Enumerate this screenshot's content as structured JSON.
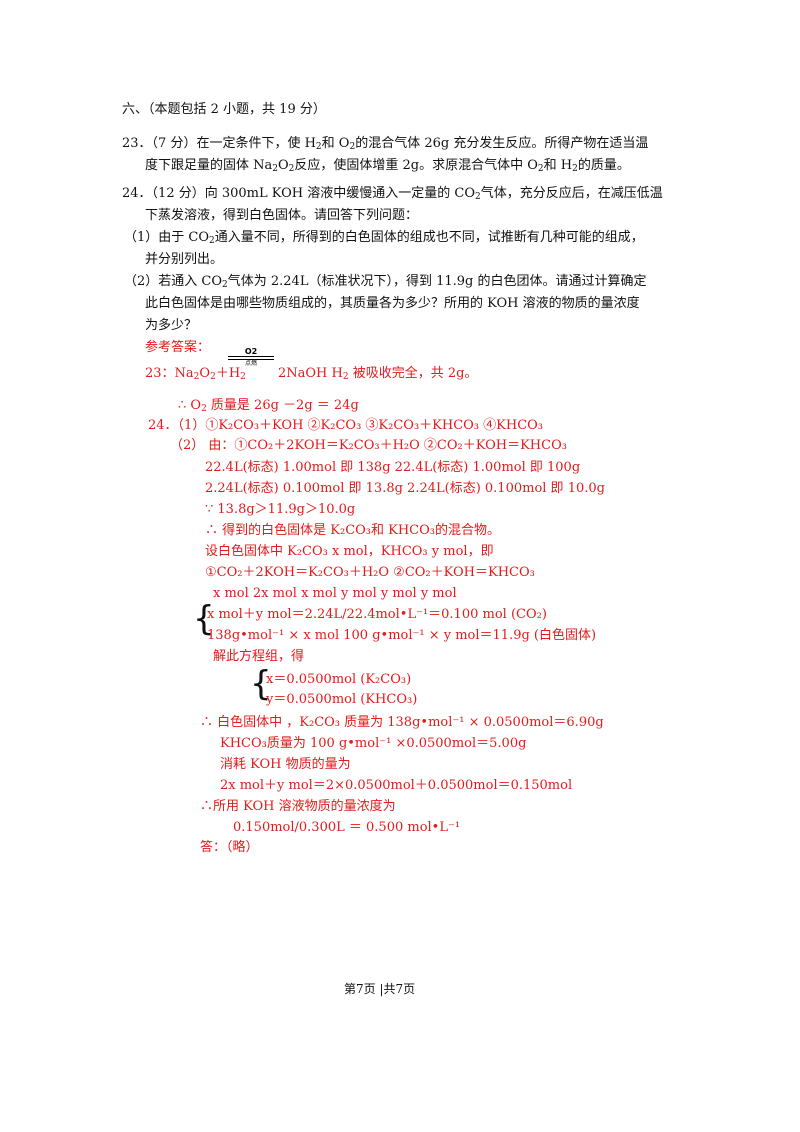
{
  "section": {
    "heading": "六、（本题包括 2 小题，共 19 分）"
  },
  "q23": {
    "text_a": "23．（7 分）在一定条件下，使 H",
    "text_b": "和 O",
    "text_c": "的混合气体 26g 充分发生反应。所得产物在适当温",
    "line2_a": "度下跟足量的固体 Na",
    "line2_b": "O",
    "line2_c": "反应，使固体增重 2g。求原混合气体中 O",
    "line2_d": "和 H",
    "line2_e": "的质量。"
  },
  "q24": {
    "line1_a": "24．（12 分）向 300mL KOH 溶液中缓慢通入一定量的 CO",
    "line1_b": "气体，充分反应后，在减压低温",
    "line2": "下蒸发溶液，得到白色固体。请回答下列问题：",
    "p1_a": "（1）由于 CO",
    "p1_b": "通入量不同，所得到的白色固体的组成也不同，试推断有几种可能的组成，",
    "p1_line2": "并分别列出。",
    "p2_a": "（2）若通入 CO",
    "p2_b": "气体为 2.24L（标准状况下），得到 11.9g 的白色团体。请通过计算确定",
    "p2_line2": "此白色固体是由哪些物质组成的，其质量各为多少？所用的 KOH 溶液的物质的量浓度",
    "p2_line3": "为多少？"
  },
  "answer": {
    "label": "参考答案：",
    "a23_prefix": "23：Na",
    "a23_mid": "＋H",
    "a23_cond_top": "O2",
    "a23_cond_bottom": "点燃",
    "a23_after": "2NaOH   H",
    "a23_end": " 被吸收完全，共 2g。",
    "a23_calc_a": "∴ O",
    "a23_calc_b": " 质量是 26g －2g ＝ 24g",
    "a24_1": "24．（1）①K₂CO₃＋KOH  ②K₂CO₃  ③K₂CO₃＋KHCO₃  ④KHCO₃",
    "a24_2": "（2） 由：①CO₂＋2KOH＝K₂CO₃＋H₂O  ②CO₂＋KOH＝KHCO₃",
    "row_a": "22.4L(标态)    1.00mol 即 138g    22.4L(标态)    1.00mol 即 100g",
    "row_b": "2.24L(标态)    0.100mol 即 13.8g   2.24L(标态)   0.100mol 即 10.0g",
    "because": "∵  13.8g＞11.9g＞10.0g",
    "therefore1": "∴ 得到的白色固体是 K₂CO₃和 KHCO₃的混合物。",
    "let": "设白色固体中 K₂CO₃ x mol，KHCO₃ y mol，即",
    "eq_line": "①CO₂＋2KOH＝K₂CO₃＋H₂O  ②CO₂＋KOH＝KHCO₃",
    "mol_line": "x mol   2x mol x mol             y mol y mol   y mol",
    "sys1": "x mol＋y mol＝2.24L/22.4mol•L⁻¹＝0.100 mol    (CO₂)",
    "sys2": "138g•mol⁻¹ × x mol 100 g•mol⁻¹ × y mol＝11.9g    (白色固体)",
    "solve": "解此方程组，得",
    "x_res": "x＝0.0500mol     (K₂CO₃)",
    "y_res": "y＝0.0500mol     (KHCO₃)",
    "mass1": "∴ 白色固体中 ，K₂CO₃ 质量为 138g•mol⁻¹ × 0.0500mol＝6.90g",
    "mass2": "KHCO₃质量为 100 g•mol⁻¹ ×0.0500mol＝5.00g",
    "koh1": "消耗 KOH 物质的量为",
    "koh2": "2x mol＋y mol＝2×0.0500mol＋0.0500mol＝0.150mol",
    "conc1": "∴所用 KOH 溶液物质的量浓度为",
    "conc2": "0.150mol/0.300L ＝ 0.500 mol•L⁻¹",
    "final": "答：（略）"
  },
  "footer": {
    "page": "第7页  |共7页"
  }
}
